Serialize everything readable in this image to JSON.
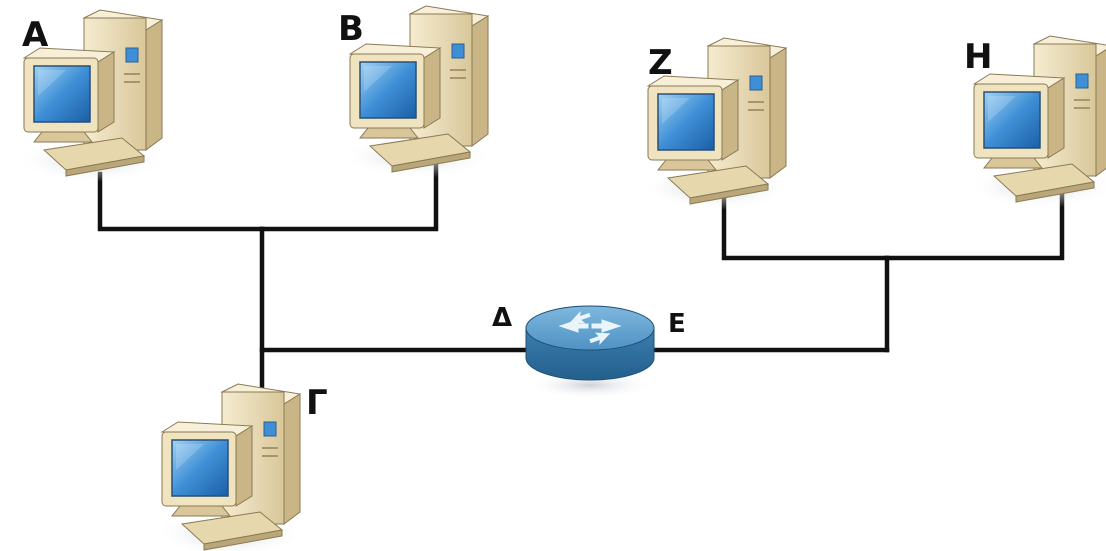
{
  "nodes": {
    "a": {
      "label": "A"
    },
    "b": {
      "label": "B"
    },
    "c": {
      "label": "Γ"
    },
    "z": {
      "label": "Z"
    },
    "h": {
      "label": "H"
    }
  },
  "router": {
    "port_left": "Δ",
    "port_right": "E"
  },
  "colors": {
    "wire": "#111111",
    "computer_beige": "#eadbb4",
    "screen_blue": "#3f8fd6",
    "router_blue": "#3b7fb0"
  }
}
